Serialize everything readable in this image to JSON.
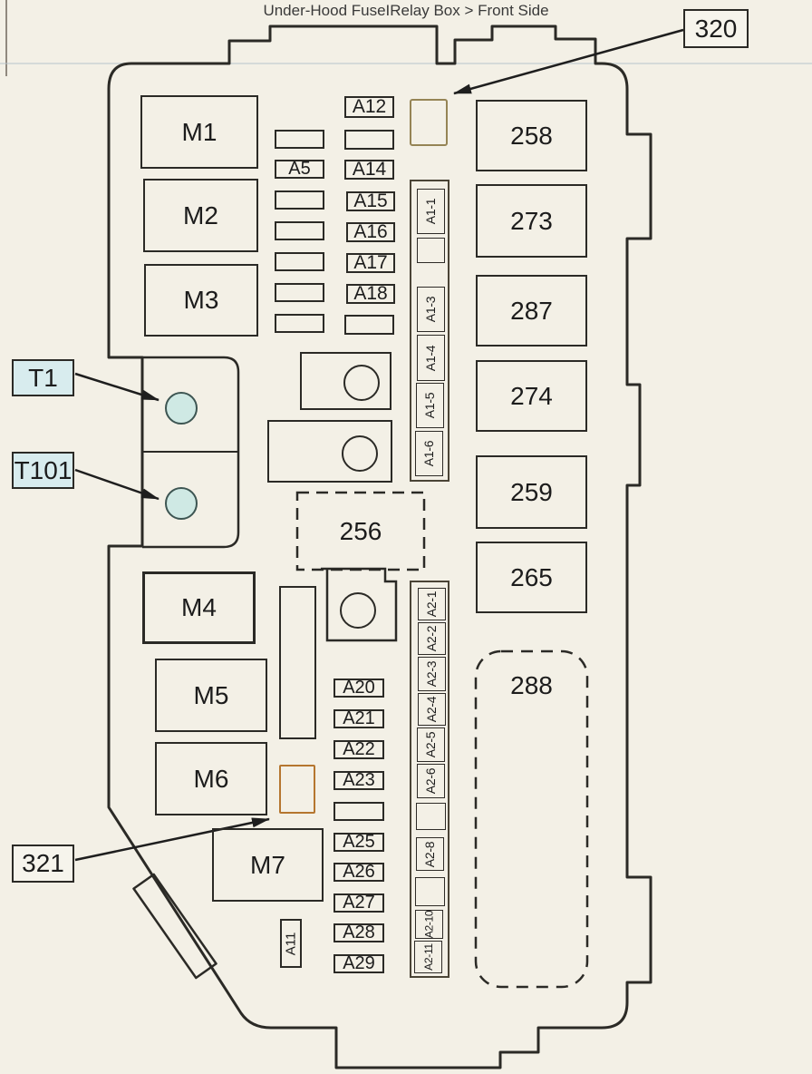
{
  "header": {
    "title": "Under-Hood FuseIRelay Box > Front Side"
  },
  "callouts": {
    "c320": "320",
    "t1": "T1",
    "t101": "T101",
    "c321": "321"
  },
  "relays_m": [
    "M1",
    "M2",
    "M3",
    "M4",
    "M5",
    "M6",
    "M7"
  ],
  "connectors_right": [
    "258",
    "273",
    "287",
    "274",
    "259",
    "265"
  ],
  "dashed_connectors": {
    "d256": "256",
    "d288": "288"
  },
  "fuse_col_left": [
    "",
    "A5",
    "",
    "",
    "",
    "",
    ""
  ],
  "fuse_col_right": [
    "A12",
    "",
    "A14",
    "A15",
    "A16",
    "A17",
    "A18",
    ""
  ],
  "fuse_col_bottom": [
    "A20",
    "A21",
    "A22",
    "A23",
    "",
    "A25",
    "A26",
    "A27",
    "A28",
    "A29"
  ],
  "fuse_a11": "A11",
  "strip_a1": [
    "A1-1",
    "",
    "A1-3",
    "A1-4",
    "A1-5",
    "A1-6"
  ],
  "strip_a2": [
    "A2-1",
    "A2-2",
    "A2-3",
    "A2-4",
    "A2-5",
    "A2-6",
    "",
    "A2-8",
    "",
    "A2-10",
    "A2-11"
  ],
  "colors": {
    "paper": "#f3f0e6",
    "line": "#2b2a26",
    "teal_circle_fill": "#cfe9e4",
    "callout_teal_fill": "#d8ecee",
    "olive_box_border": "#958455",
    "orange_box_border": "#b5762f"
  }
}
